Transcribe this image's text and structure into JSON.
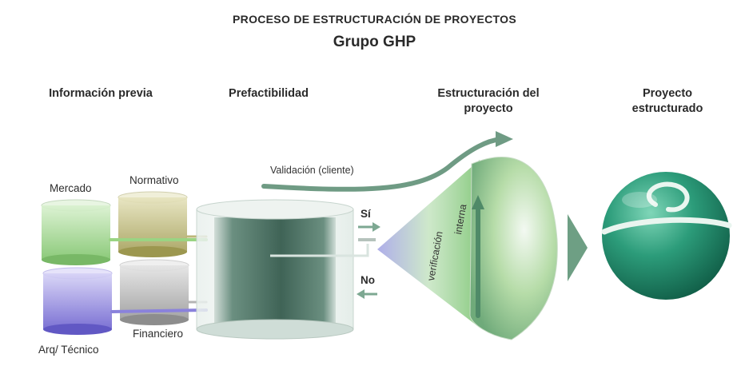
{
  "header": {
    "title": "PROCESO DE ESTRUCTURACIÓN DE PROYECTOS",
    "subtitle": "Grupo GHP"
  },
  "stages": {
    "info_previa": "Información previa",
    "prefactibilidad": "Prefactibilidad",
    "estructuracion_l1": "Estructuración del",
    "estructuracion_l2": "proyecto",
    "estructurado_l1": "Proyecto",
    "estructurado_l2": "estructurado"
  },
  "tanks": {
    "mercado": "Mercado",
    "normativo": "Normativo",
    "arq_tecnico": "Arq/ Técnico",
    "financiero": "Financiero"
  },
  "flow": {
    "validacion": "Validación (cliente)",
    "si": "Sí",
    "no": "No",
    "verificacion": "verificación",
    "interna": "interna"
  },
  "colors": {
    "mercado": "#8fcf7c",
    "normativo": "#b3ae6a",
    "arq_tecnico": "#7a70d6",
    "financiero": "#a8a8a8",
    "main_tank": "#3d6a5a",
    "accent_green": "#5f9a7c",
    "sphere": "#2f9a7a"
  }
}
